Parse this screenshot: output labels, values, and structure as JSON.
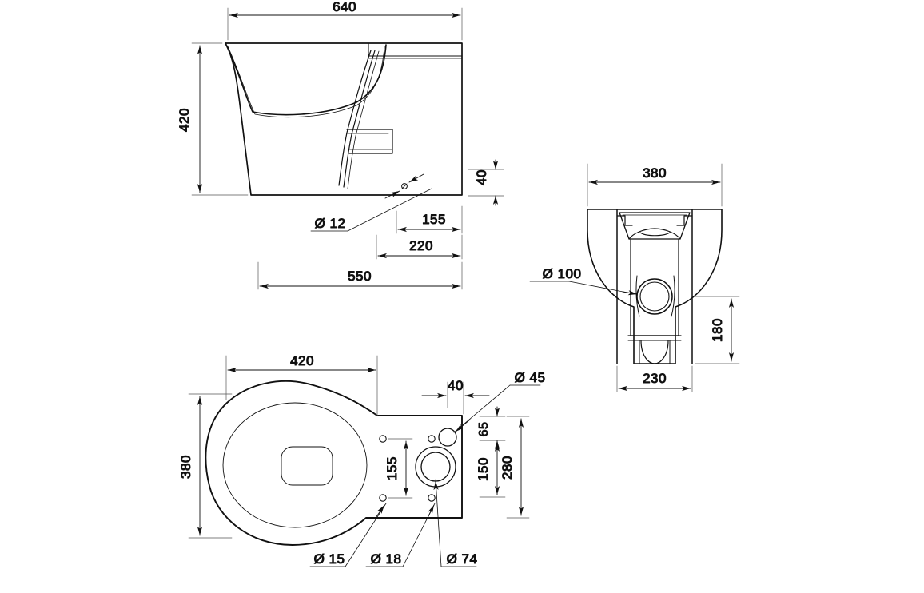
{
  "drawing": {
    "type": "technical-drawing",
    "subject": "back-to-wall WC pan",
    "units": "mm",
    "line_color": "#000000",
    "dim_color": "#222222",
    "background": "#ffffff"
  },
  "views": {
    "side": {
      "name": "side-elevation",
      "dimensions": {
        "overall_length": "640",
        "overall_height": "420",
        "outlet_height": "40",
        "fixing_offset_1": "155",
        "fixing_offset_2": "220",
        "projection": "550",
        "fixing_hole_dia": "Ø 12"
      }
    },
    "front": {
      "name": "front-elevation",
      "dimensions": {
        "overall_width": "380",
        "base_width": "230",
        "outlet_height": "180",
        "outlet_dia": "Ø 100"
      }
    },
    "plan": {
      "name": "plan-view",
      "dimensions": {
        "seat_length": "420",
        "overall_width": "380",
        "edge_offset": "40",
        "fixing_spacing": "155",
        "outlet_offset_top": "65",
        "outlet_centre": "150",
        "overall_depth": "280",
        "hole_dia_45": "Ø 45",
        "hole_dia_15": "Ø 15",
        "hole_dia_18": "Ø 18",
        "hole_dia_74": "Ø 74"
      }
    }
  },
  "labels": {
    "d640": "640",
    "d420v": "420",
    "d40": "40",
    "d12": "Ø 12",
    "d155": "155",
    "d220": "220",
    "d550": "550",
    "d380top": "380",
    "d100": "Ø 100",
    "d180": "180",
    "d230": "230",
    "d420plan": "420",
    "d380plan": "380",
    "d40plan": "40",
    "d45": "Ø 45",
    "d155plan": "155",
    "d65": "65",
    "d150": "150",
    "d280": "280",
    "d15": "Ø 15",
    "d18": "Ø 18",
    "d74": "Ø 74"
  }
}
